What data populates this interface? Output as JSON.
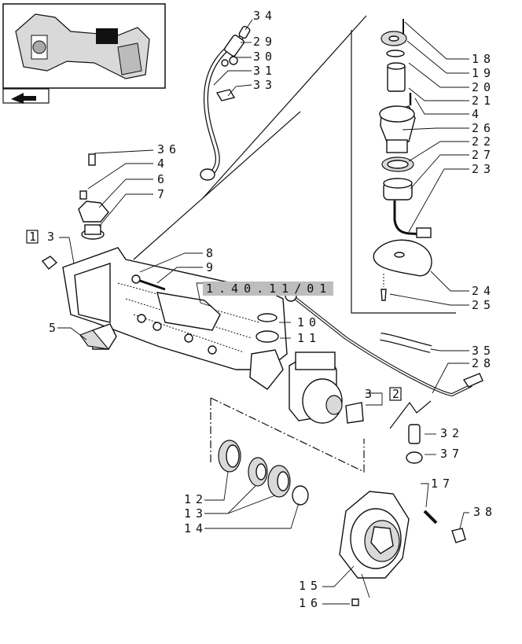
{
  "reference_label": "1.40.11/01",
  "side_refs": [
    "1",
    "2"
  ],
  "callouts": [
    "34",
    "29",
    "30",
    "31",
    "33",
    "18",
    "19",
    "20",
    "21",
    "4",
    "26",
    "22",
    "27",
    "23",
    "36",
    "4",
    "6",
    "7",
    "3",
    "8",
    "9",
    "24",
    "25",
    "10",
    "11",
    "5",
    "35",
    "28",
    "3",
    "32",
    "37",
    "12",
    "13",
    "14",
    "17",
    "38",
    "15",
    "16"
  ]
}
